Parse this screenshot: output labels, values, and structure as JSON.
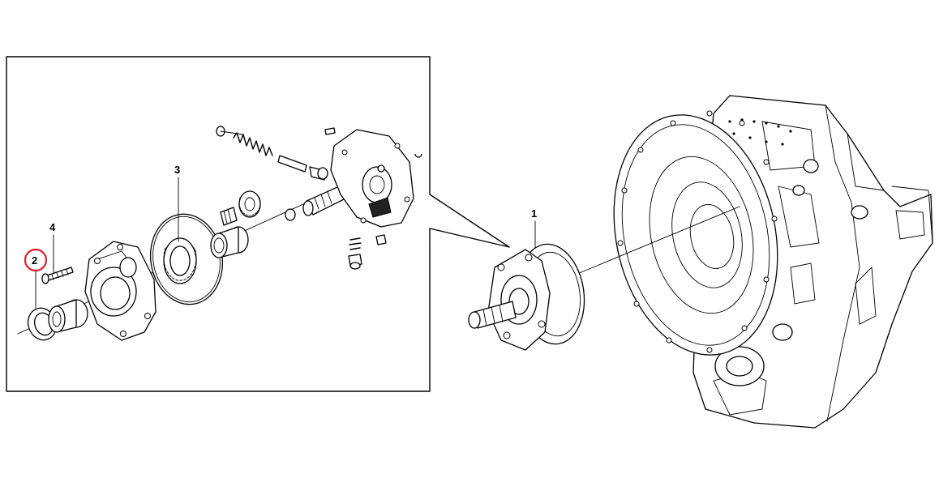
{
  "callouts": [
    {
      "id": "1",
      "label": "1"
    },
    {
      "id": "2",
      "label": "2",
      "highlighted": true
    },
    {
      "id": "3",
      "label": "3"
    },
    {
      "id": "4",
      "label": "4"
    }
  ],
  "colors": {
    "line": "#000000",
    "highlight": "#e0202a",
    "background": "#ffffff"
  }
}
